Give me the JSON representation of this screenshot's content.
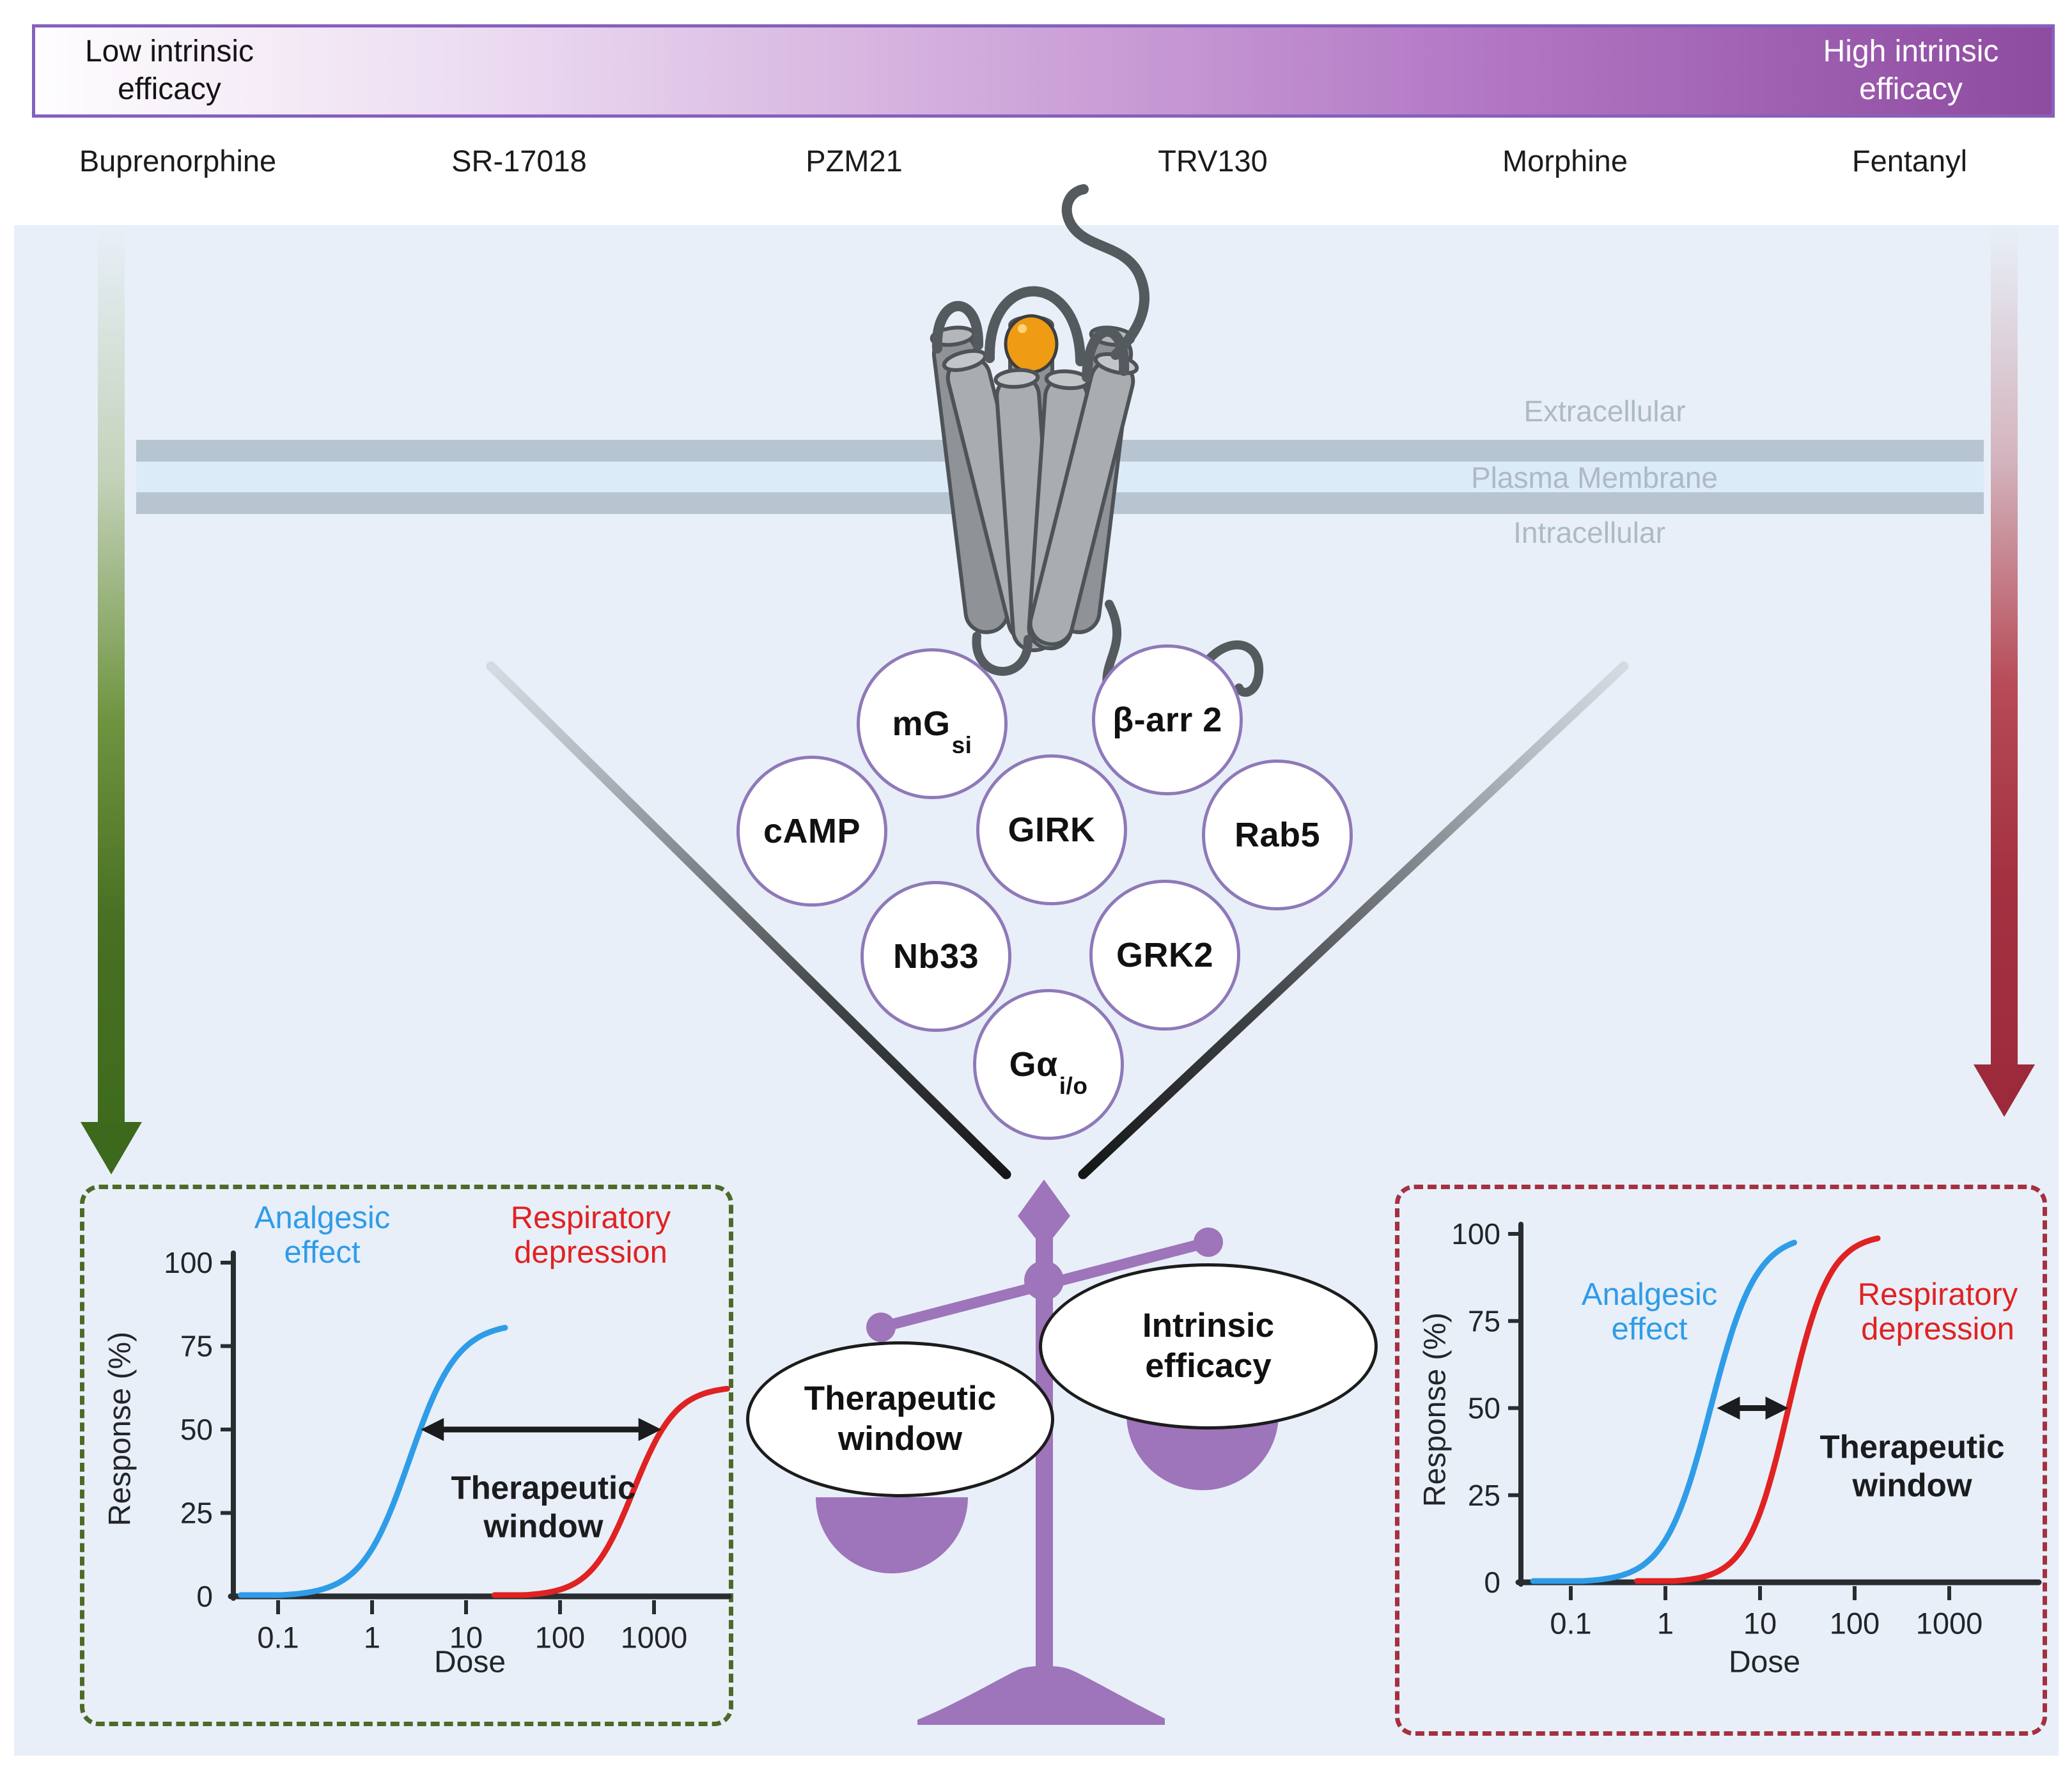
{
  "efficacy_bar": {
    "left_label": "Low intrinsic\nefficacy",
    "right_label": "High intrinsic\nefficacy",
    "gradient_start_color": "#ffffff",
    "gradient_end_color": "#8e4ba0"
  },
  "drugs": [
    "Buprenorphine",
    "SR-17018",
    "PZM21",
    "TRV130",
    "Morphine",
    "Fentanyl"
  ],
  "membrane": {
    "extracellular": "Extracellular",
    "plasma_membrane": "Plasma Membrane",
    "intracellular": "Intracellular"
  },
  "receptor": {
    "ligand_icon": "orange-ligand-ball",
    "receptor_icon": "seven-transmembrane-gpcr"
  },
  "signaling_circles": [
    {
      "label": "mG",
      "sub": "si"
    },
    {
      "label": "β-arr 2",
      "sub": ""
    },
    {
      "label": "cAMP",
      "sub": ""
    },
    {
      "label": "GIRK",
      "sub": ""
    },
    {
      "label": "Rab5",
      "sub": ""
    },
    {
      "label": "Nb33",
      "sub": ""
    },
    {
      "label": "GRK2",
      "sub": ""
    },
    {
      "label": "Gα",
      "sub": "i/o"
    }
  ],
  "balance": {
    "left_pan_label": "Therapeutic window",
    "right_pan_label": "Intrinsic efficacy",
    "scale_color": "#9e74ba"
  },
  "colors": {
    "panel_background": "#e8eff8",
    "membrane_bar": "#b7c5d1",
    "low_efficacy_arrow": "#3f6b1d",
    "high_efficacy_arrow": "#9e2c3c",
    "analgesic_curve": "#2f9ce8",
    "respiratory_curve": "#e02222",
    "left_box_dash": "#4c6a28",
    "right_box_dash": "#a5303f",
    "circle_border": "#8f79b8"
  },
  "chart_data": [
    {
      "id": "low-efficacy-chart",
      "type": "line",
      "title": "",
      "xlabel": "Dose",
      "ylabel": "Response (%)",
      "x_scale": "log",
      "x_ticks": [
        "0.1",
        "1",
        "10",
        "100",
        "1000"
      ],
      "y_ticks": [
        0,
        25,
        50,
        75,
        100
      ],
      "ylim": [
        0,
        100
      ],
      "xlim": [
        0.033,
        6000
      ],
      "grid": false,
      "legend_position": "top-inside",
      "series": [
        {
          "name": "Analgesic effect",
          "color": "#2f9ce8",
          "ec50": 2.5,
          "emax": 82,
          "hill": 1.7,
          "x_start": 0.04,
          "x_end": 26
        },
        {
          "name": "Respiratory depression",
          "color": "#e02222",
          "ec50": 600,
          "emax": 63,
          "hill": 1.9,
          "x_start": 20,
          "x_end": 6000
        }
      ],
      "annotation": {
        "label": "Therapeutic window",
        "arrow_y": 50,
        "arrow_from": 3.3,
        "arrow_to": 1200
      }
    },
    {
      "id": "high-efficacy-chart",
      "type": "line",
      "title": "",
      "xlabel": "Dose",
      "ylabel": "Response (%)",
      "x_scale": "log",
      "x_ticks": [
        "0.1",
        "1",
        "10",
        "100",
        "1000"
      ],
      "y_ticks": [
        0,
        25,
        50,
        75,
        100
      ],
      "ylim": [
        0,
        100
      ],
      "xlim": [
        0.033,
        8000
      ],
      "grid": false,
      "legend_position": "top-inside",
      "series": [
        {
          "name": "Analgesic effect",
          "color": "#2f9ce8",
          "ec50": 3,
          "emax": 100,
          "hill": 1.8,
          "x_start": 0.04,
          "x_end": 23
        },
        {
          "name": "Respiratory depression",
          "color": "#e02222",
          "ec50": 20,
          "emax": 100,
          "hill": 2.0,
          "x_start": 0.5,
          "x_end": 175
        }
      ],
      "annotation": {
        "label": "Therapeutic window",
        "arrow_y": 50,
        "arrow_from": 3.5,
        "arrow_to": 20
      }
    }
  ]
}
